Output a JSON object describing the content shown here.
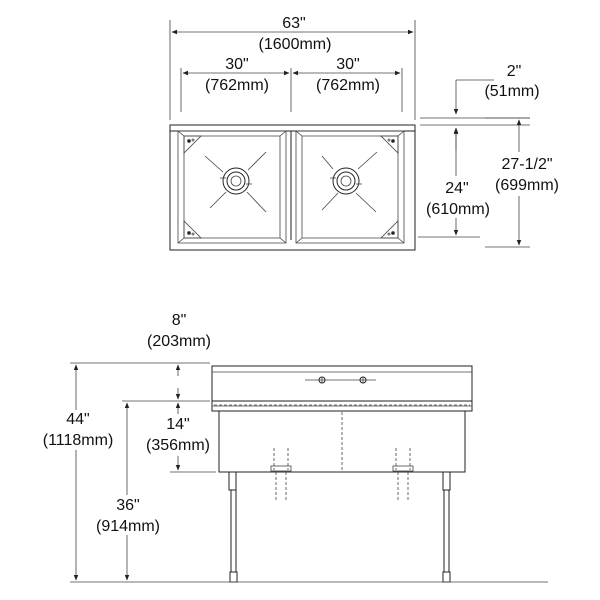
{
  "top_view": {
    "overall_width": {
      "imperial": "63\"",
      "metric": "(1600mm)"
    },
    "left_bowl_width": {
      "imperial": "30\"",
      "metric": "(762mm)"
    },
    "right_bowl_width": {
      "imperial": "30\"",
      "metric": "(762mm)"
    },
    "backsplash_depth": {
      "imperial": "2\"",
      "metric": "(51mm)"
    },
    "bowl_depth": {
      "imperial": "24\"",
      "metric": "(610mm)"
    },
    "overall_depth": {
      "imperial": "27-1/2\"",
      "metric": "(699mm)"
    }
  },
  "front_view": {
    "backsplash_height": {
      "imperial": "8\"",
      "metric": "(203mm)"
    },
    "overall_height": {
      "imperial": "44\"",
      "metric": "(1118mm)"
    },
    "bowl_height": {
      "imperial": "14\"",
      "metric": "(356mm)"
    },
    "rim_height": {
      "imperial": "36\"",
      "metric": "(914mm)"
    }
  }
}
